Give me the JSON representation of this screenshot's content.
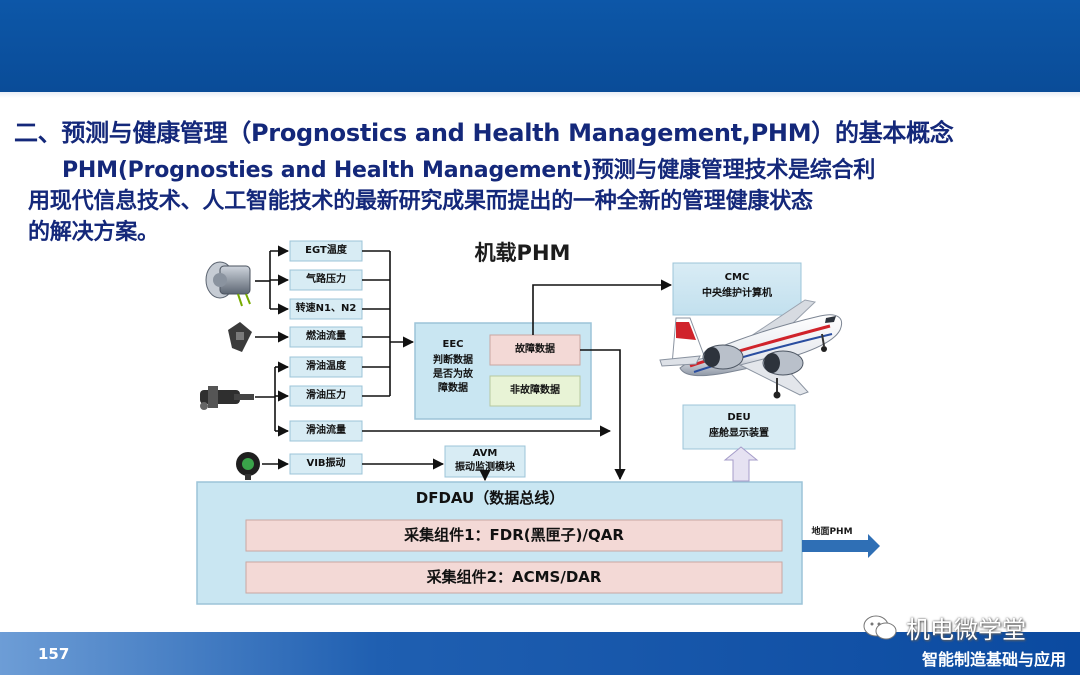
{
  "header": {
    "heading": "二、预测与健康管理（Prognostics and Health Management,PHM）的基本概念"
  },
  "paragraph": {
    "line1": "PHM(Prognosties and Health Management)预测与健康管理技术是综合利",
    "line2": "用现代信息技术、人工智能技术的最新研究成果而提出的一种全新的管理健康状态",
    "line3": "的解决方案。"
  },
  "diagram": {
    "title": "机载PHM",
    "sensors": [
      "EGT温度",
      "气路压力",
      "转速N1、N2",
      "燃油流量",
      "滑油温度",
      "滑油压力",
      "滑油流量",
      "VIB振动"
    ],
    "eec": {
      "title": "EEC",
      "desc_line1": "判断数据",
      "desc_line2": "是否为故",
      "desc_line3": "障数据",
      "fault": "故障数据",
      "nonfault": "非故障数据"
    },
    "avm": {
      "title": "AVM",
      "desc": "振动监测模块"
    },
    "cmc": {
      "title": "CMC",
      "desc": "中央维护计算机"
    },
    "deu": {
      "title": "DEU",
      "desc": "座舱显示装置"
    },
    "dfdau": {
      "title": "DFDAU（数据总线）",
      "comp1": "采集组件1：FDR(黑匣子)/QAR",
      "comp2": "采集组件2：ACMS/DAR"
    },
    "ground_label": "地面PHM"
  },
  "footer": {
    "page_number": "157",
    "org": "智能制造基础与应用",
    "watermark": "机电微学堂"
  },
  "colors": {
    "title_blue": "#14287a",
    "bar_blue": "#0d57a8",
    "panel_fill": "#c9e6f2",
    "sensor_fill": "#d8ecf4",
    "pink_fill": "#f3d9d6",
    "arrow_blue": "#2f6fb5"
  }
}
